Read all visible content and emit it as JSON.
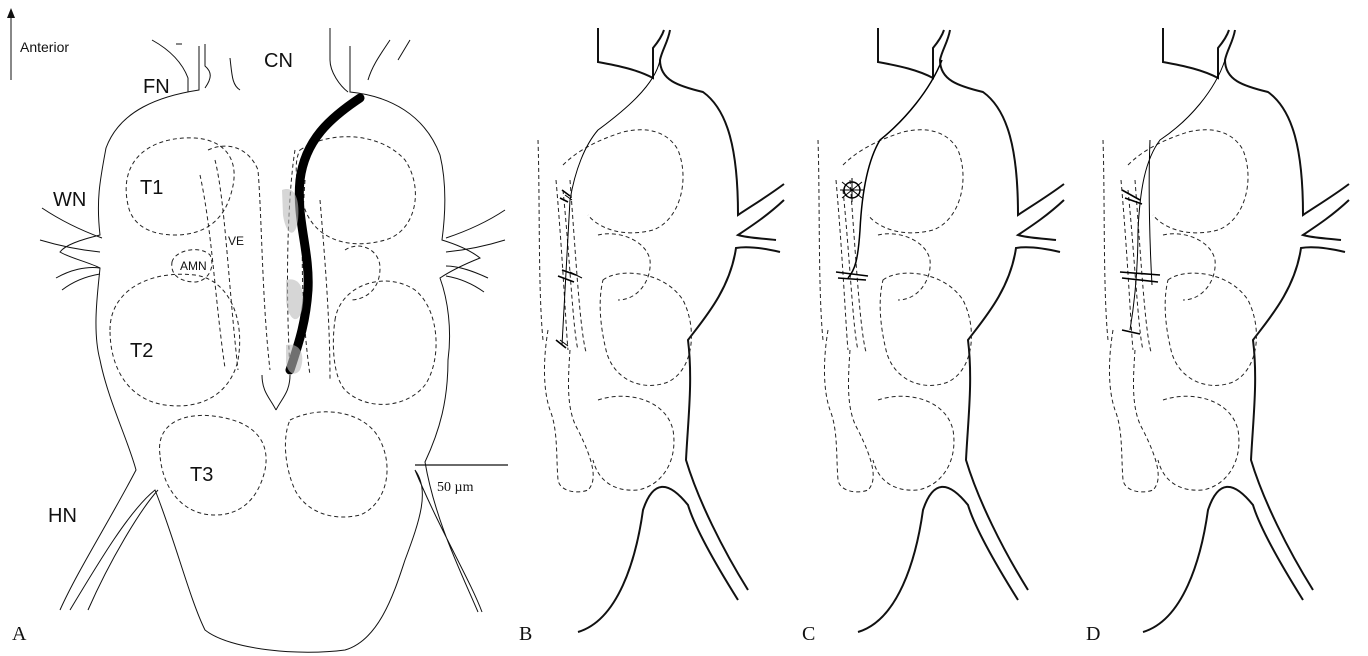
{
  "orientation": {
    "label": "Anterior"
  },
  "nerves": {
    "fn": "FN",
    "cn": "CN",
    "wn": "WN",
    "hn": "HN"
  },
  "ganglia": {
    "t1": "T1",
    "t2": "T2",
    "t3": "T3"
  },
  "tracts": {
    "ve": "VE",
    "amn": "AMN"
  },
  "scale_bar": {
    "label": "50 µm",
    "value": 50,
    "unit": "µm"
  },
  "panels": [
    "A",
    "B",
    "C",
    "D"
  ],
  "colors": {
    "line": "#111111",
    "background": "#ffffff"
  }
}
